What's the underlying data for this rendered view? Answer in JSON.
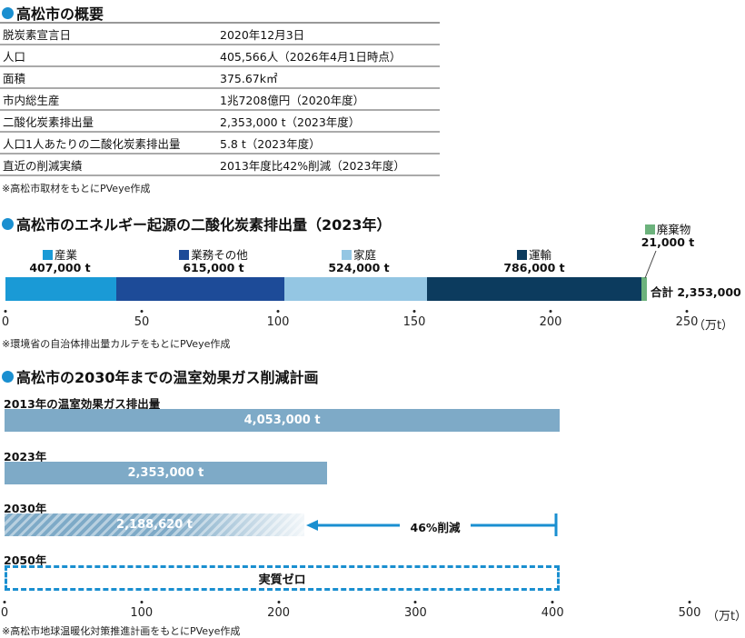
{
  "overview": {
    "title": "高松市の概要",
    "rows": [
      {
        "label": "脱炭素宣言日",
        "value": "2020年12月3日"
      },
      {
        "label": "人口",
        "value": "405,566人（2026年4月1日時点）"
      },
      {
        "label": "面積",
        "value": "375.67k㎡"
      },
      {
        "label": "市内総生産",
        "value": "1兆7208億円（2020年度）"
      },
      {
        "label": "二酸化炭素排出量",
        "value": "2,353,000 t（2023年度）"
      },
      {
        "label": "人口1人あたりの二酸化炭素排出量",
        "value": "5.8 t（2023年度）"
      },
      {
        "label": "直近の削減実績",
        "value": "2013年度比42%削減（2023年度）"
      }
    ],
    "note": "※高松市取材をもとにPVeye作成"
  },
  "chart_data": [
    {
      "type": "bar",
      "stacked": true,
      "orientation": "horizontal",
      "title": "高松市のエネルギー起源の二酸化炭素排出量（2023年）",
      "unit": "万t",
      "xlim": [
        0,
        250
      ],
      "ticks": [
        "0",
        "50",
        "100",
        "150",
        "200",
        "250"
      ],
      "unit_label": "（万t）",
      "series": [
        {
          "name": "産業",
          "value": 40.7,
          "label": "407,000 t",
          "color": "#1a9ad6"
        },
        {
          "name": "業務その他",
          "value": 61.5,
          "label": "615,000 t",
          "color": "#1d4b98"
        },
        {
          "name": "家庭",
          "value": 52.4,
          "label": "524,000 t",
          "color": "#94c6e3"
        },
        {
          "name": "運輸",
          "value": 78.6,
          "label": "786,000 t",
          "color": "#0c3b5e"
        },
        {
          "name": "廃棄物",
          "value": 2.1,
          "label": "21,000 t",
          "color": "#6cb27c"
        }
      ],
      "total_label": "合計 2,353,000 t",
      "note": "※環境省の自治体排出量カルテをもとにPVeye作成"
    },
    {
      "type": "bar",
      "orientation": "horizontal",
      "title": "高松市の2030年までの温室効果ガス削減計画",
      "unit": "万t",
      "xlim": [
        0,
        500
      ],
      "ticks": [
        "0",
        "100",
        "200",
        "300",
        "400",
        "500"
      ],
      "unit_label": "（万t）",
      "categories": [
        "2013年の温室効果ガス排出量",
        "2023年",
        "2030年",
        "2050年"
      ],
      "values": [
        405.3,
        235.3,
        218.862,
        0
      ],
      "value_labels": [
        "4,053,000 t",
        "2,353,000 t",
        "2,188,620 t",
        "実質ゼロ"
      ],
      "reduction_label": "46%削減",
      "color": "#7eaac7",
      "accent": "#1a8fd0",
      "note": "※高松市地球温暖化対策推進計画をもとにPVeye作成"
    }
  ]
}
